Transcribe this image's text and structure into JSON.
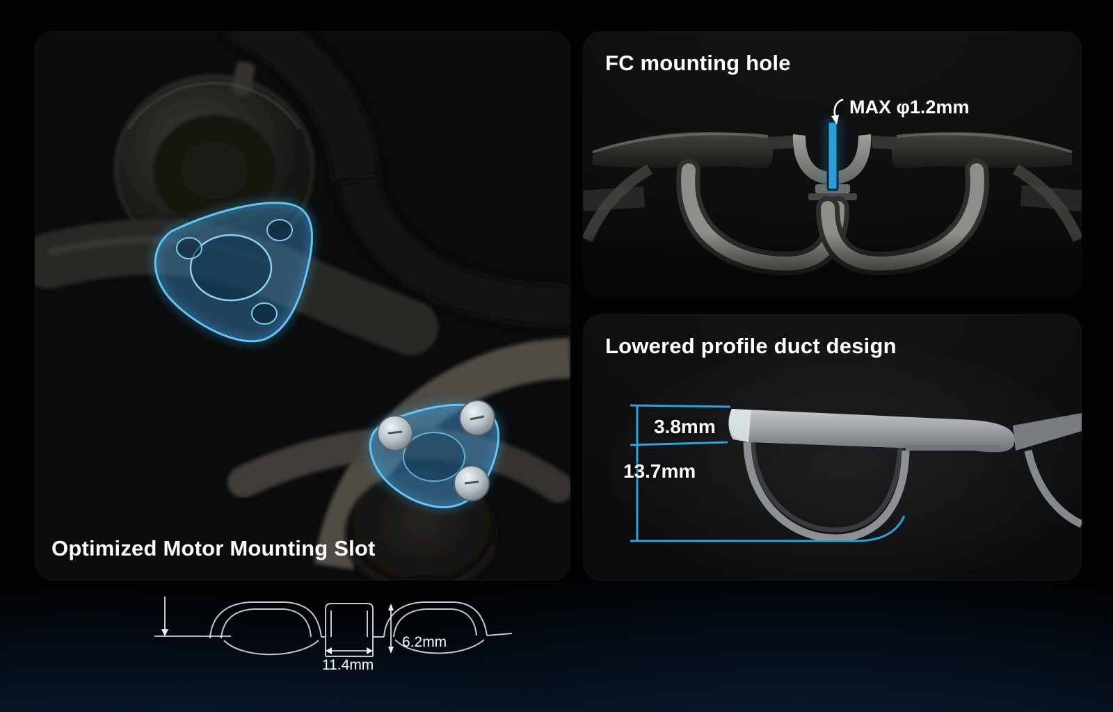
{
  "left_panel": {
    "caption": "Optimized Motor Mounting Slot"
  },
  "fc_panel": {
    "title": "FC mounting hole",
    "annotation": "MAX φ1.2mm"
  },
  "duct_panel": {
    "title": "Lowered profile duct design",
    "dim_lip": "3.8mm",
    "dim_total": "13.7mm"
  },
  "bottom_drawing": {
    "dim_gap": "6.2mm",
    "dim_hub": "11.4mm"
  },
  "colors": {
    "accent_blue": "#2f9ed8",
    "text": "#ffffff",
    "background": "#010203",
    "panel_background": "#0e0f11"
  }
}
